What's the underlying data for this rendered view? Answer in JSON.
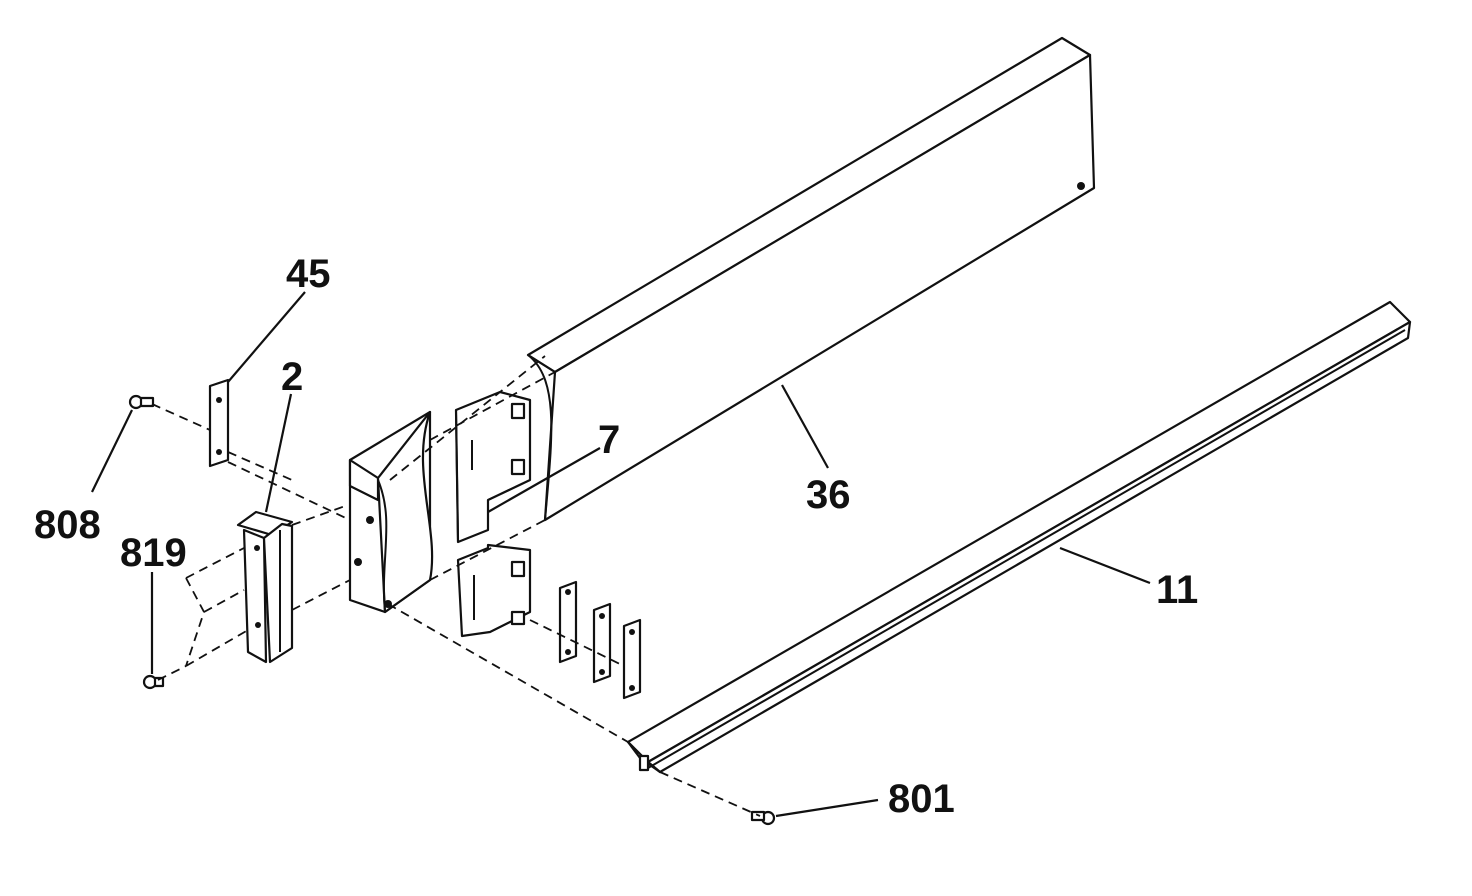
{
  "callouts": {
    "c45": "45",
    "c2": "2",
    "c7": "7",
    "c36": "36",
    "c808": "808",
    "c819": "819",
    "c11": "11",
    "c801": "801"
  },
  "colors": {
    "ink": "#111111",
    "paper": "#ffffff"
  }
}
